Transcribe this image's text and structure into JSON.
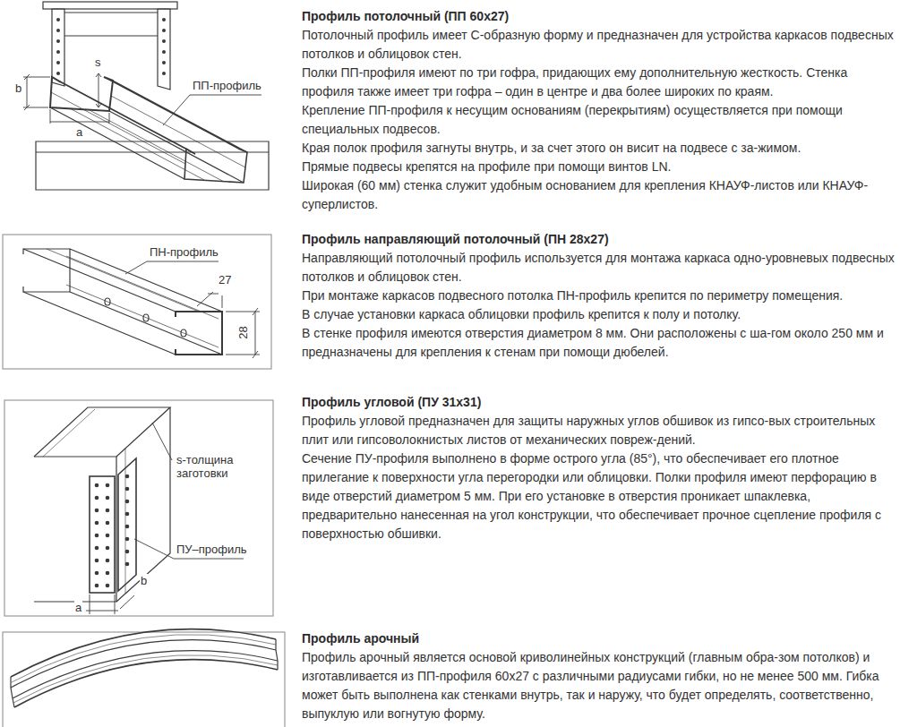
{
  "diagram": {
    "labels": [
      "Профиль потолочный (ПП 60х27)",
      "Потолочный профиль имеет С-образную форму и предназначен для устройства каркасов подвесных потолков и облицовок стен.",
      "Полки ПП-профиля имеют по три гофра, придающих ему дополнительную жесткость. Стенка профиля также имеет три гофра – один в центре и два более широких по краям.",
      "Крепление ПП-профиля к несущим основаниям (перекрытиям) осуществляется при помощи специальных подвесов.",
      "Края полок профиля загнуты внутрь, и за счет этого он висит на подвесе с за-жимом.",
      "Прямые подвесы крепятся на профиле при помощи винтов LN.",
      "Широкая (60 мм) стенка служит удобным основанием для крепления КНАУФ-листов или КНАУФ-суперлистов.",
      "b",
      "s",
      "a",
      "ПП-профиль",
      "Профиль направляющий потолочный (ПН 28х27)",
      "Направляющий потолочный профиль используется для монтажа каркаса одно-уровневых подвесных потолков и облицовок стен.",
      "При монтаже каркасов подвесного потолка ПН-профиль крепится по периметру помещения.",
      "В случае установки каркаса облицовки профиль крепится к полу и потолку.",
      "В стенке профиля имеются отверстия диаметром 8 мм. Они расположены с ша-гом около 250 мм и предназначены для крепления к стенам при помощи дюбелей.",
      "ПН-профиль",
      "27",
      "28",
      "Профиль угловой (ПУ 31х31)",
      "Профиль угловой предназначен для защиты наружных углов обшивок из гипсо-вых строительных плит или гипсоволокнистых листов от механических повреж-дений.",
      "Сечение ПУ-профиля выполнено в форме острого угла (85°), что обеспечивает его плотное прилегание к поверхности угла перегородки или облицовки. Полки профиля имеют перфорацию в виде отверстий диаметром 5 мм. При его установке в отверстия проникает шпаклевка, предварительно нанесенная на угол конструкции, что обеспечивает прочное сцепление профиля с поверхностью обшивки.",
      "s-толщина заготовки",
      "ПУ–профиль",
      "a",
      "b",
      "Профиль арочный",
      "Профиль арочный является основой криволинейных конструкций (главным обра-зом потолков) и изготавливается из ПП-профиля 60х27 с различными радиусами гибки, но не менее 500 мм. Гибка может быть выполнена как стенками внутрь, так и наружу, что будет определять, соответственно, выпуклую или вогнутую форму."
    ]
  }
}
